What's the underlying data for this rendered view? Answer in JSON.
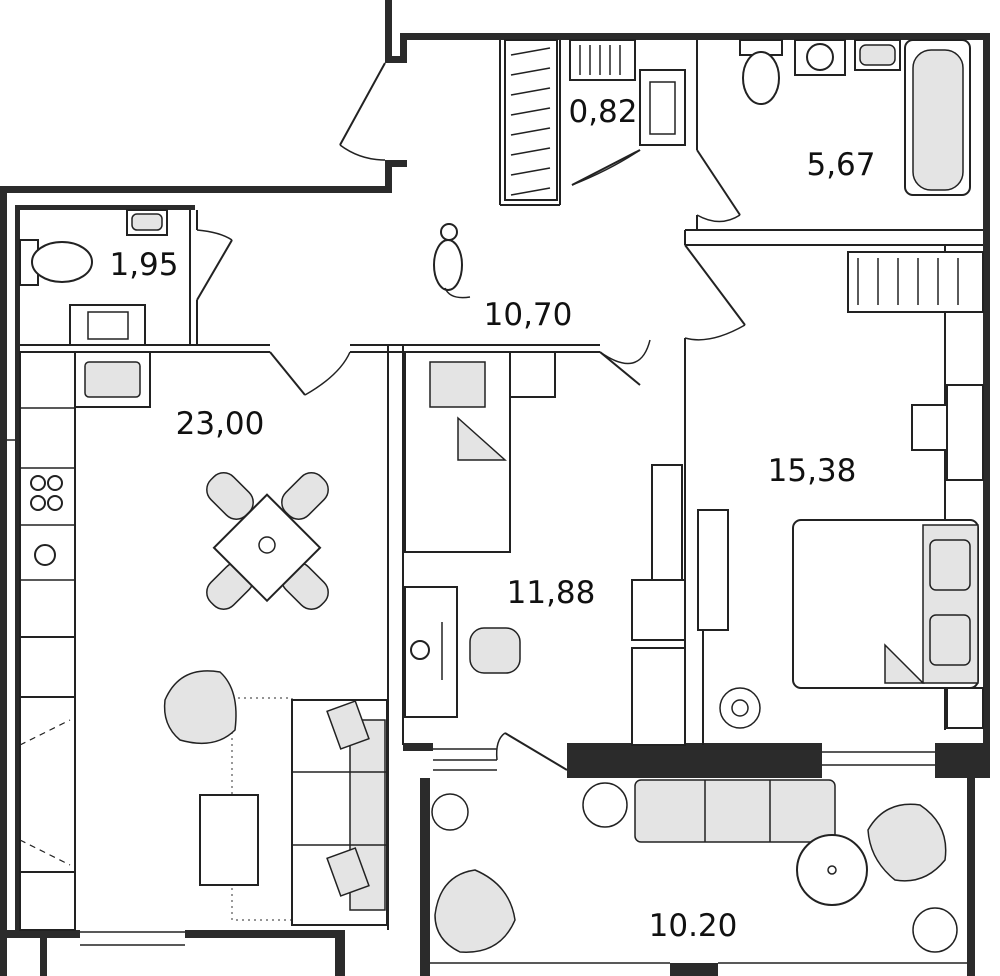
{
  "rooms": [
    {
      "id": "storage",
      "area": "0,82"
    },
    {
      "id": "bathroom",
      "area": "5,67"
    },
    {
      "id": "wc",
      "area": "1,95"
    },
    {
      "id": "hallway",
      "area": "10,70"
    },
    {
      "id": "kitchen-living",
      "area": "23,00"
    },
    {
      "id": "bedroom-small",
      "area": "11,88"
    },
    {
      "id": "bedroom",
      "area": "15,38"
    },
    {
      "id": "balcony",
      "area": "10.20"
    }
  ],
  "colors": {
    "wall": "#2b2b2b",
    "furniture_fill": "#e4e4e4",
    "text": "#111111"
  }
}
